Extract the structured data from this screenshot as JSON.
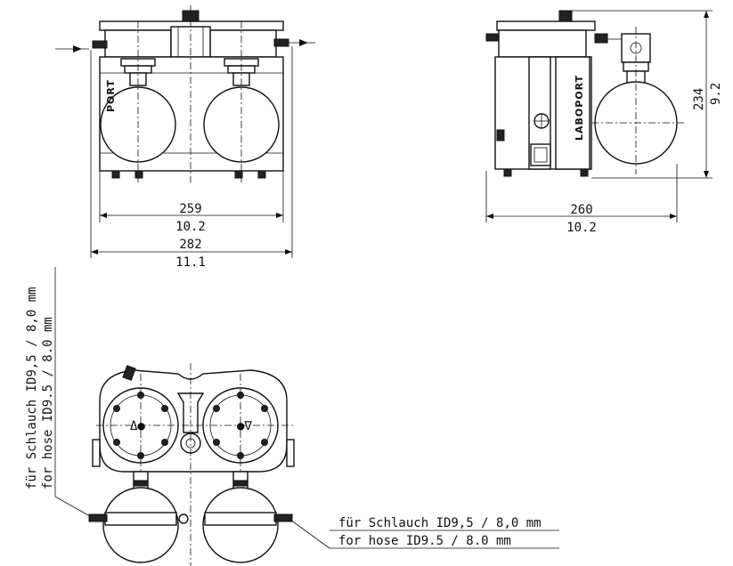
{
  "front_view": {
    "inner_width_mm": "259",
    "inner_width_in": "10.2",
    "outer_width_mm": "282",
    "outer_width_in": "11.1",
    "brand_partial": "PORT"
  },
  "side_view": {
    "depth_mm": "260",
    "depth_in": "10.2",
    "height_mm": "234",
    "height_in": "9.2",
    "brand": "LABOPORT"
  },
  "top_view": {
    "hose_label_de_left": "für Schlauch ID9,5 / 8,0 mm",
    "hose_label_en_left": "for hose ID9.5 / 8.0 mm",
    "hose_label_de_right": "für Schlauch ID9,5 / 8,0 mm",
    "hose_label_en_right": "for hose ID9.5 / 8.0 mm"
  }
}
